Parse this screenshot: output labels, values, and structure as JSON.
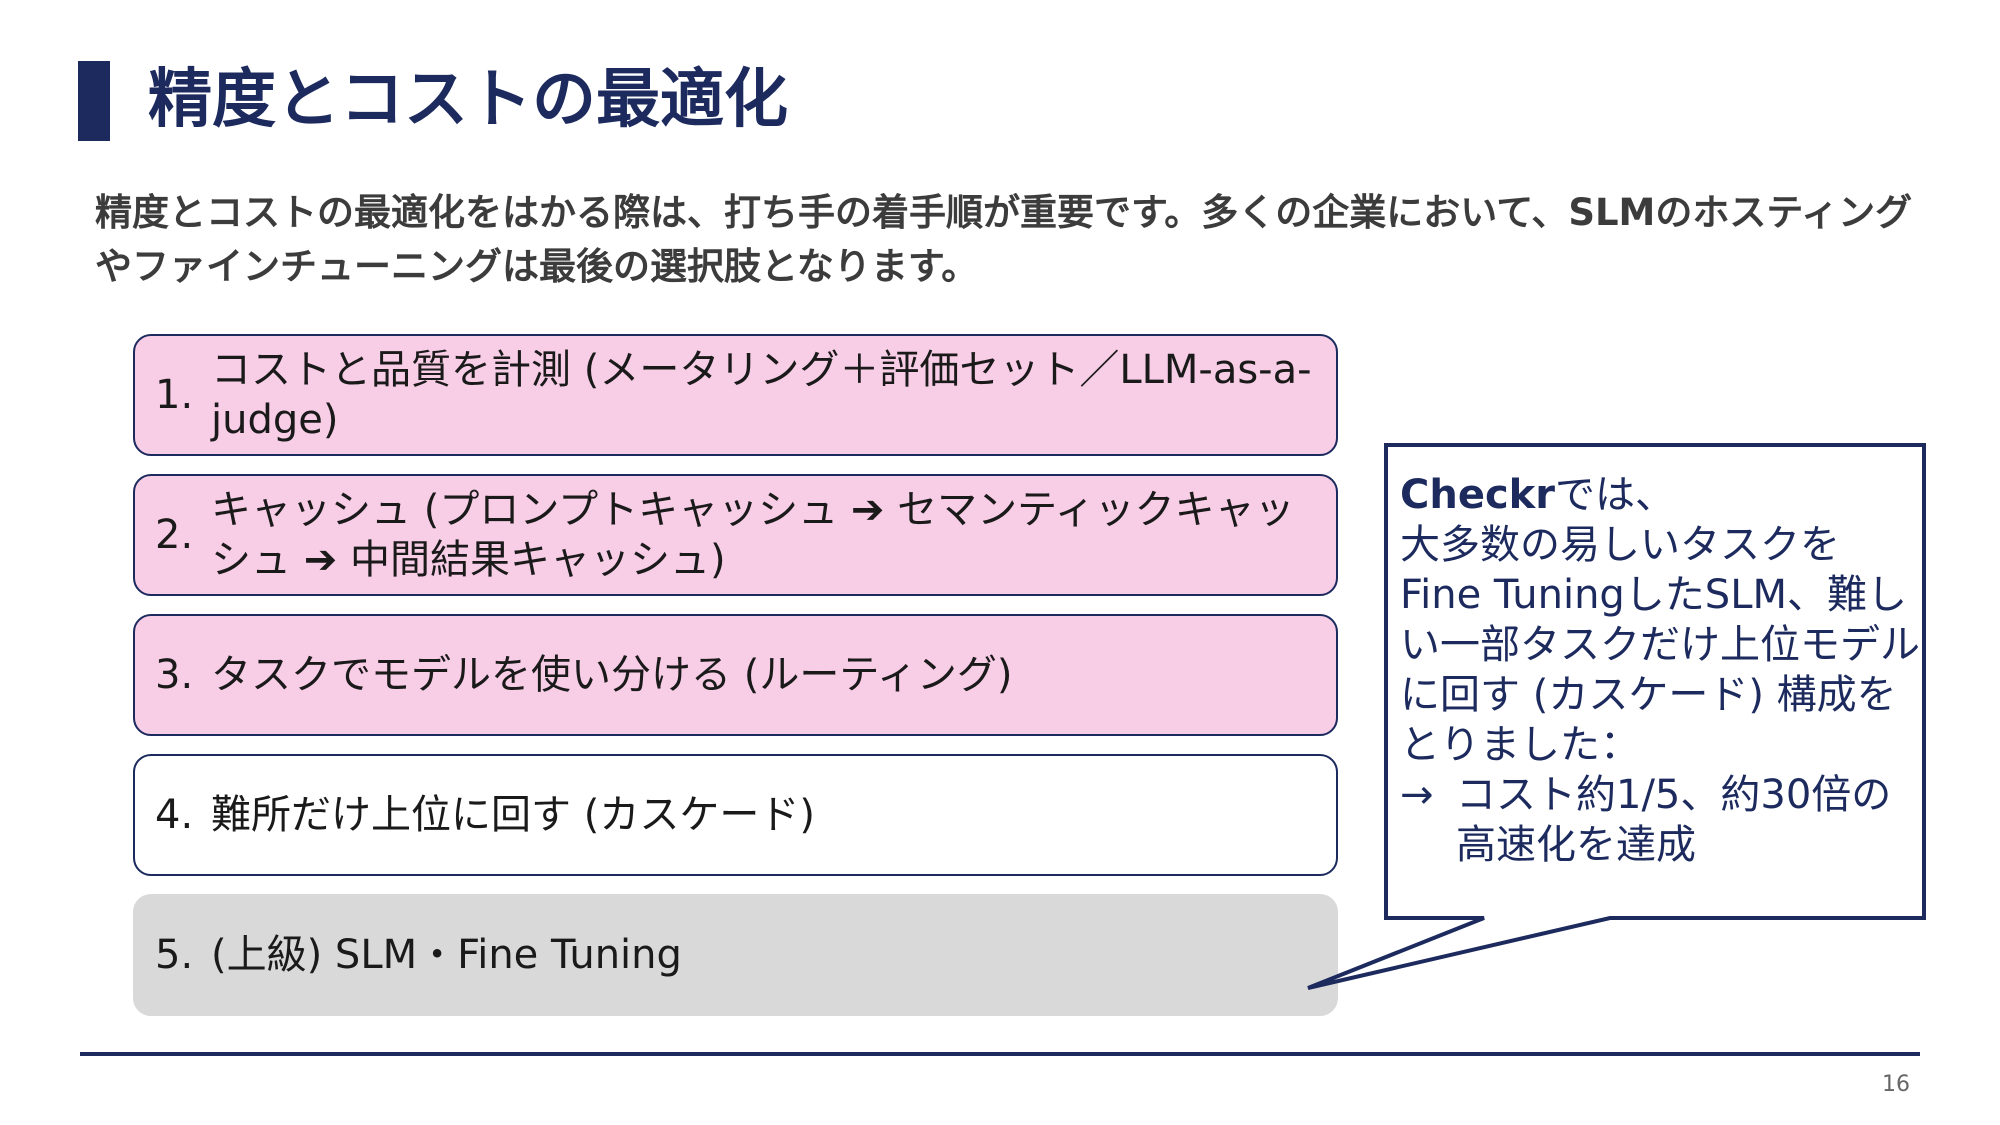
{
  "slide": {
    "title": "精度とコストの最適化",
    "lead": "精度とコストの最適化をはかる際は、打ち手の着手順が重要です。多くの企業において、SLMのホスティングやファインチューニングは最後の選択肢となります。",
    "page_number": "16"
  },
  "steps": [
    {
      "num": "1.",
      "text": "コストと品質を計測 (メータリング＋評価セット／LLM-as-a-judge)"
    },
    {
      "num": "2.",
      "text": "キャッシュ (プロンプトキャッシュ ➔ セマンティックキャッシュ ➔ 中間結果キャッシュ)"
    },
    {
      "num": "3.",
      "text": "タスクでモデルを使い分ける (ルーティング)"
    },
    {
      "num": "4.",
      "text": "難所だけ上位に回す (カスケード)"
    },
    {
      "num": "5.",
      "text": "(上級) SLM・Fine Tuning"
    }
  ],
  "callout": {
    "brand": "Checkr",
    "brand_suffix": "では、",
    "body": "大多数の易しいタスクをFine TuningしたSLM、難しい一部タスクだけ上位モデルに回す (カスケード) 構成をとりました：",
    "arrow": "→",
    "result": "コスト約1/5、約30倍の高速化を達成"
  },
  "colors": {
    "navy": "#1c2a5e",
    "pink": "#f8cde6",
    "gray": "#d9d9d9"
  }
}
